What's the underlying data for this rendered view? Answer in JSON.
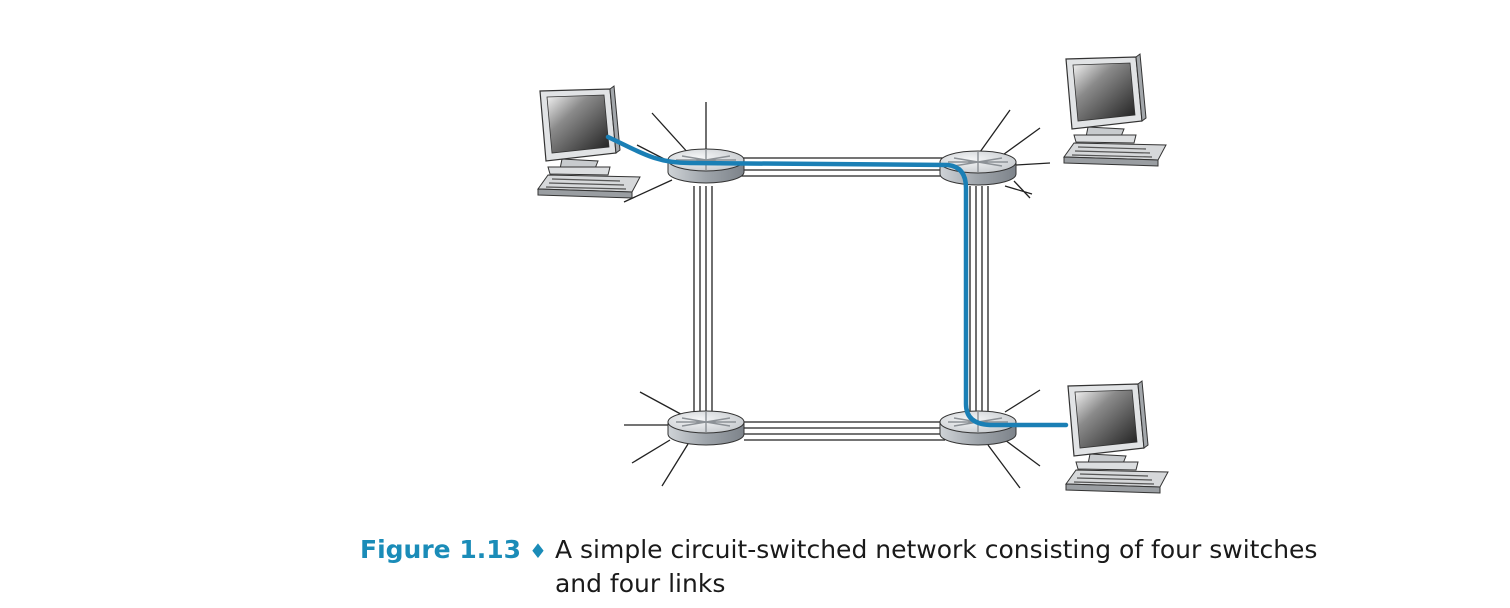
{
  "figure": {
    "label": "Figure 1.13",
    "separator": "♦",
    "caption": "A simple circuit-switched network consisting of four switches and four links"
  },
  "nodes": {
    "switches": [
      "switch-top-left",
      "switch-top-right",
      "switch-bottom-left",
      "switch-bottom-right"
    ],
    "hosts": [
      "host-left",
      "host-top-right",
      "host-bottom-right"
    ]
  },
  "colors": {
    "circuit": "#1a7fb5",
    "link": "#222222",
    "switch_top": "#e4e6e8",
    "switch_side": "#9aa0a6"
  }
}
